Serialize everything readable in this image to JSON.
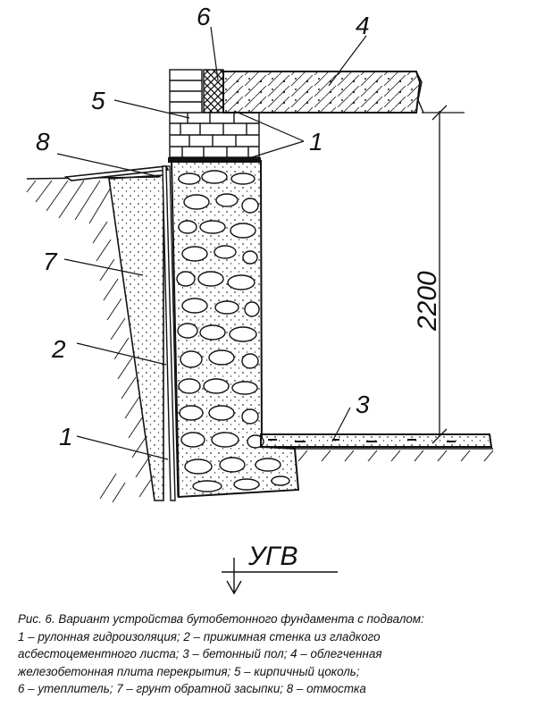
{
  "labels": {
    "l1_top": "1",
    "l1_bottom": "1",
    "l2": "2",
    "l3": "3",
    "l4": "4",
    "l5": "5",
    "l6": "6",
    "l7": "7",
    "l8": "8"
  },
  "dimension": "2200",
  "water_level": "УГВ",
  "caption": {
    "line1": "Рис. 6. Вариант устройства бутобетонного фундамента с подвалом:",
    "line2": "1 – рулонная гидроизоляция; 2 – прижимная стенка из гладкого",
    "line3": "асбестоцементного листа; 3 – бетонный пол; 4 – облегченная",
    "line4": "железобетонная плита перекрытия; 5 – кирпичный цоколь;",
    "line5": "6 – утеплитель; 7 – грунт обратной засыпки; 8 – отмостка"
  }
}
